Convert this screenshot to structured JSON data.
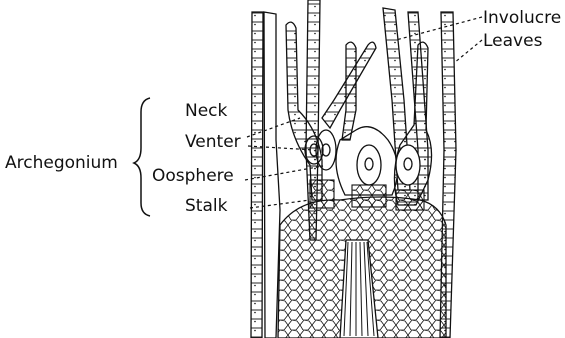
{
  "labels": {
    "involucre": "Involucre",
    "leaves": "Leaves",
    "neck": "Neck",
    "venter": "Venter",
    "archegonium": "Archegonium",
    "oosphere": "Oosphere",
    "stalk": "Stalk"
  },
  "colors": {
    "ink": "#111111",
    "paper": "#ffffff"
  }
}
